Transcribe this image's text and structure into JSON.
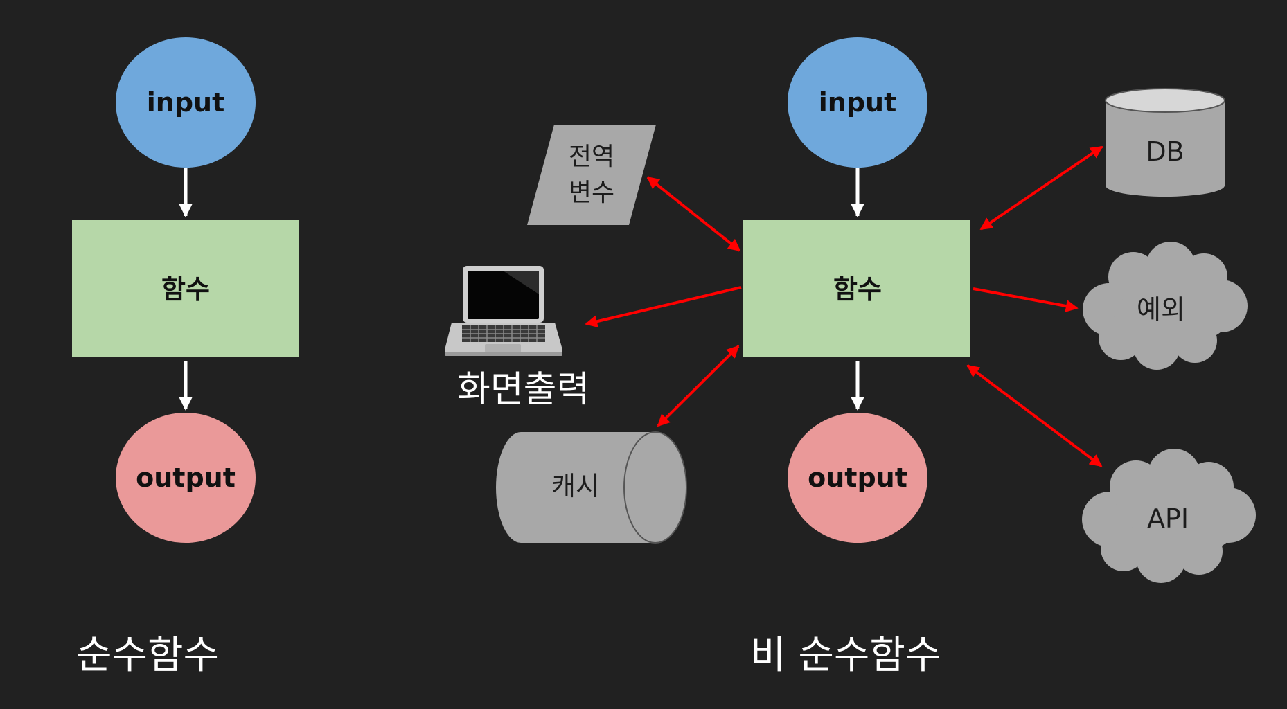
{
  "pure": {
    "input": "input",
    "function": "함수",
    "output": "output",
    "caption": "순수함수"
  },
  "impure": {
    "input": "input",
    "function": "함수",
    "output": "output",
    "caption": "비 순수함수",
    "global_var_line1": "전역",
    "global_var_line2": "변수",
    "screen_output": "화면출력",
    "cache": "캐시",
    "db": "DB",
    "exception": "예외",
    "api": "API"
  },
  "colors": {
    "background": "#212121",
    "input_circle": "#6fa8dc",
    "function_box": "#b6d7a8",
    "output_circle": "#ea9999",
    "side_effect_shape": "#a8a8a8",
    "side_effect_arrow": "#ff0000",
    "flow_arrow": "#ffffff"
  }
}
